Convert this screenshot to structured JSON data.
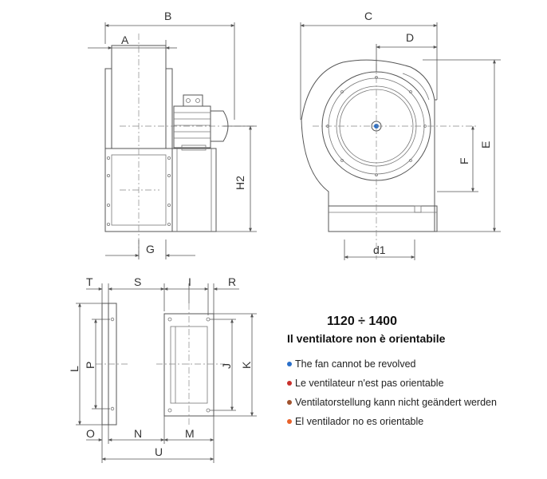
{
  "dimensions": {
    "A": "A",
    "B": "B",
    "C": "C",
    "D": "D",
    "E": "E",
    "F": "F",
    "G": "G",
    "H2": "H2",
    "d1": "d1",
    "T": "T",
    "S": "S",
    "I": "I",
    "R": "R",
    "L": "L",
    "P": "P",
    "J": "J",
    "K": "K",
    "O": "O",
    "N": "N",
    "M": "M",
    "U": "U"
  },
  "info": {
    "size_range": "1120 ÷ 1400",
    "note_it": "Il ventilatore non è orientabile",
    "languages": [
      {
        "text": "The fan cannot be revolved",
        "color": "#2a6fc9"
      },
      {
        "text": "Le ventilateur n'est pas orientable",
        "color": "#c9302c"
      },
      {
        "text": "Ventilatorstellung kann nicht geändert werden",
        "color": "#a0522d"
      },
      {
        "text": "El ventilador no es orientable",
        "color": "#e8622a"
      }
    ]
  }
}
